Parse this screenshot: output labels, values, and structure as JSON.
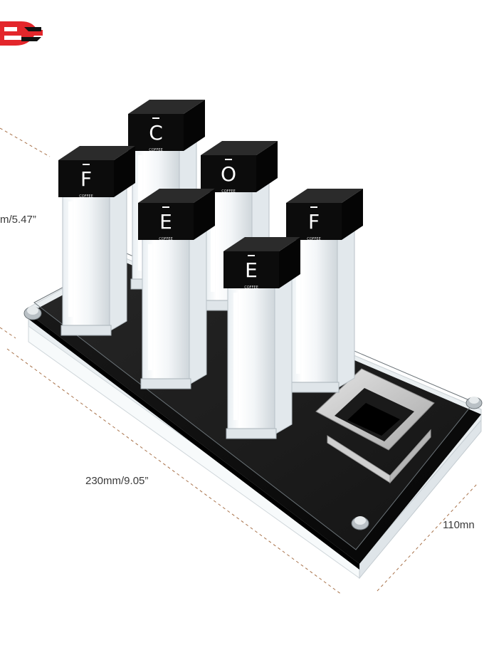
{
  "brand": {
    "logo": "brand-logo",
    "colors": {
      "red": "#e3262b",
      "black": "#111111"
    }
  },
  "dimensions": {
    "height_label": "m/5.47”",
    "length_label": "230mm/9.05”",
    "width_label": "110mn"
  },
  "canisters": [
    {
      "letter": "C",
      "cap_text": "COFFEE"
    },
    {
      "letter": "F",
      "cap_text": "COFFEE"
    },
    {
      "letter": "O",
      "cap_text": "COFFEE"
    },
    {
      "letter": "E",
      "cap_text": "COFFEE"
    },
    {
      "letter": "F",
      "cap_text": "COFFEE"
    },
    {
      "letter": "E",
      "cap_text": "COFFEE"
    }
  ],
  "colors": {
    "cap": "#121212",
    "tray_base": "#0d0d0d",
    "dashed_line": "#a8724a",
    "funnel": "#c9c9c9"
  }
}
